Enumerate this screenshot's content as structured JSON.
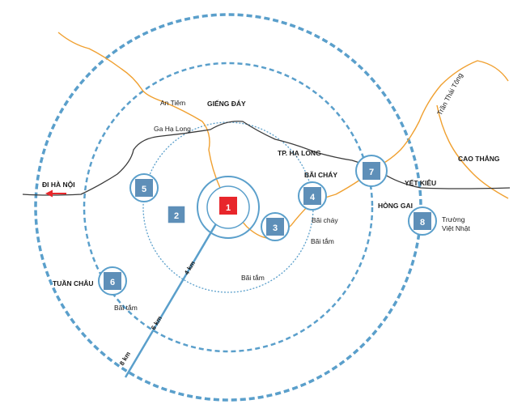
{
  "colors": {
    "ring": "#5a9fcb",
    "road": "#f0a030",
    "boundary": "#3a3a3a",
    "marker_fill": "#5e8fb8",
    "marker_center": "#e8262b",
    "arrow": "#e8262b"
  },
  "places": {
    "an_tiem": "An Tiêm",
    "gieng_day": "GIẾNG ĐÁY",
    "ga_ha_long": "Ga Hạ Long",
    "tp_ha_long": "TP. HẠ LONG",
    "bai_chay_upper": "BÃI CHÁY",
    "bai_chay_lower": "Bãi cháy",
    "bai_tam_1": "Bãi tắm",
    "bai_tam_2": "Bãi tắm",
    "bai_tam_3": "Bãi tắm",
    "tuan_chau": "TUẦN CHÂU",
    "hong_gai": "HÒNG GAI",
    "yet_kieu": "YẾT KIÊU",
    "cao_thang": "CAO THẮNG",
    "tran_thai_tong": "Trần Thái Tông",
    "di_ha_noi": "ĐI HÀ NỘI",
    "truong_line1": "Trường",
    "truong_line2": "Việt Nhật"
  },
  "distances": {
    "d4": "4 km",
    "d6": "6 km",
    "d8": "8 km"
  },
  "markers": [
    "1",
    "2",
    "3",
    "4",
    "5",
    "6",
    "7",
    "8"
  ]
}
